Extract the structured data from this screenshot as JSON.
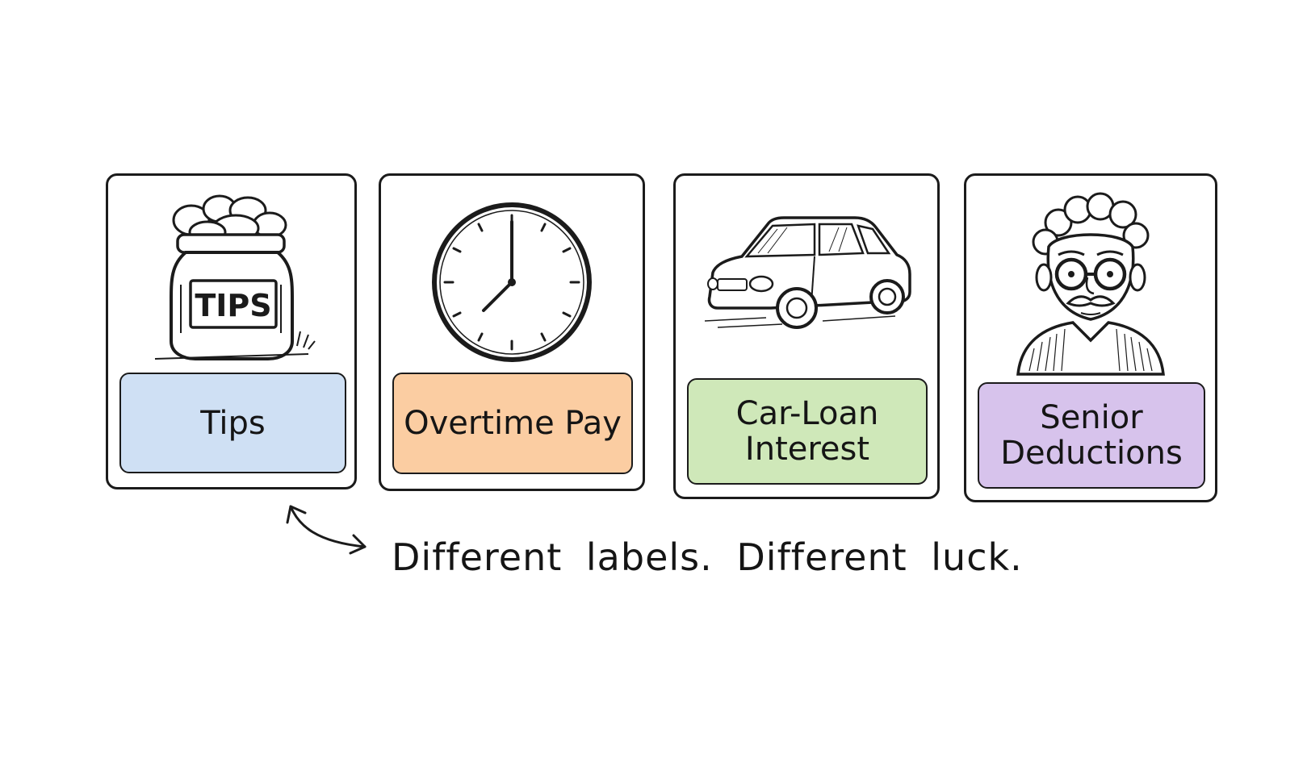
{
  "cards": [
    {
      "id": "tips",
      "label": "Tips",
      "label_color": "#cfe0f4",
      "illustration": "tip-jar-icon",
      "jar_text": "TIPS"
    },
    {
      "id": "overtime",
      "label": "Overtime Pay",
      "label_color": "#fbcda2",
      "illustration": "clock-icon"
    },
    {
      "id": "car-loan",
      "label_line1": "Car-Loan",
      "label_line2": "Interest",
      "label_color": "#cfe8b9",
      "illustration": "car-icon"
    },
    {
      "id": "senior",
      "label_line1": "Senior",
      "label_line2": "Deductions",
      "label_color": "#d7c3ec",
      "illustration": "senior-person-icon"
    }
  ],
  "caption": "Different labels. Different luck."
}
